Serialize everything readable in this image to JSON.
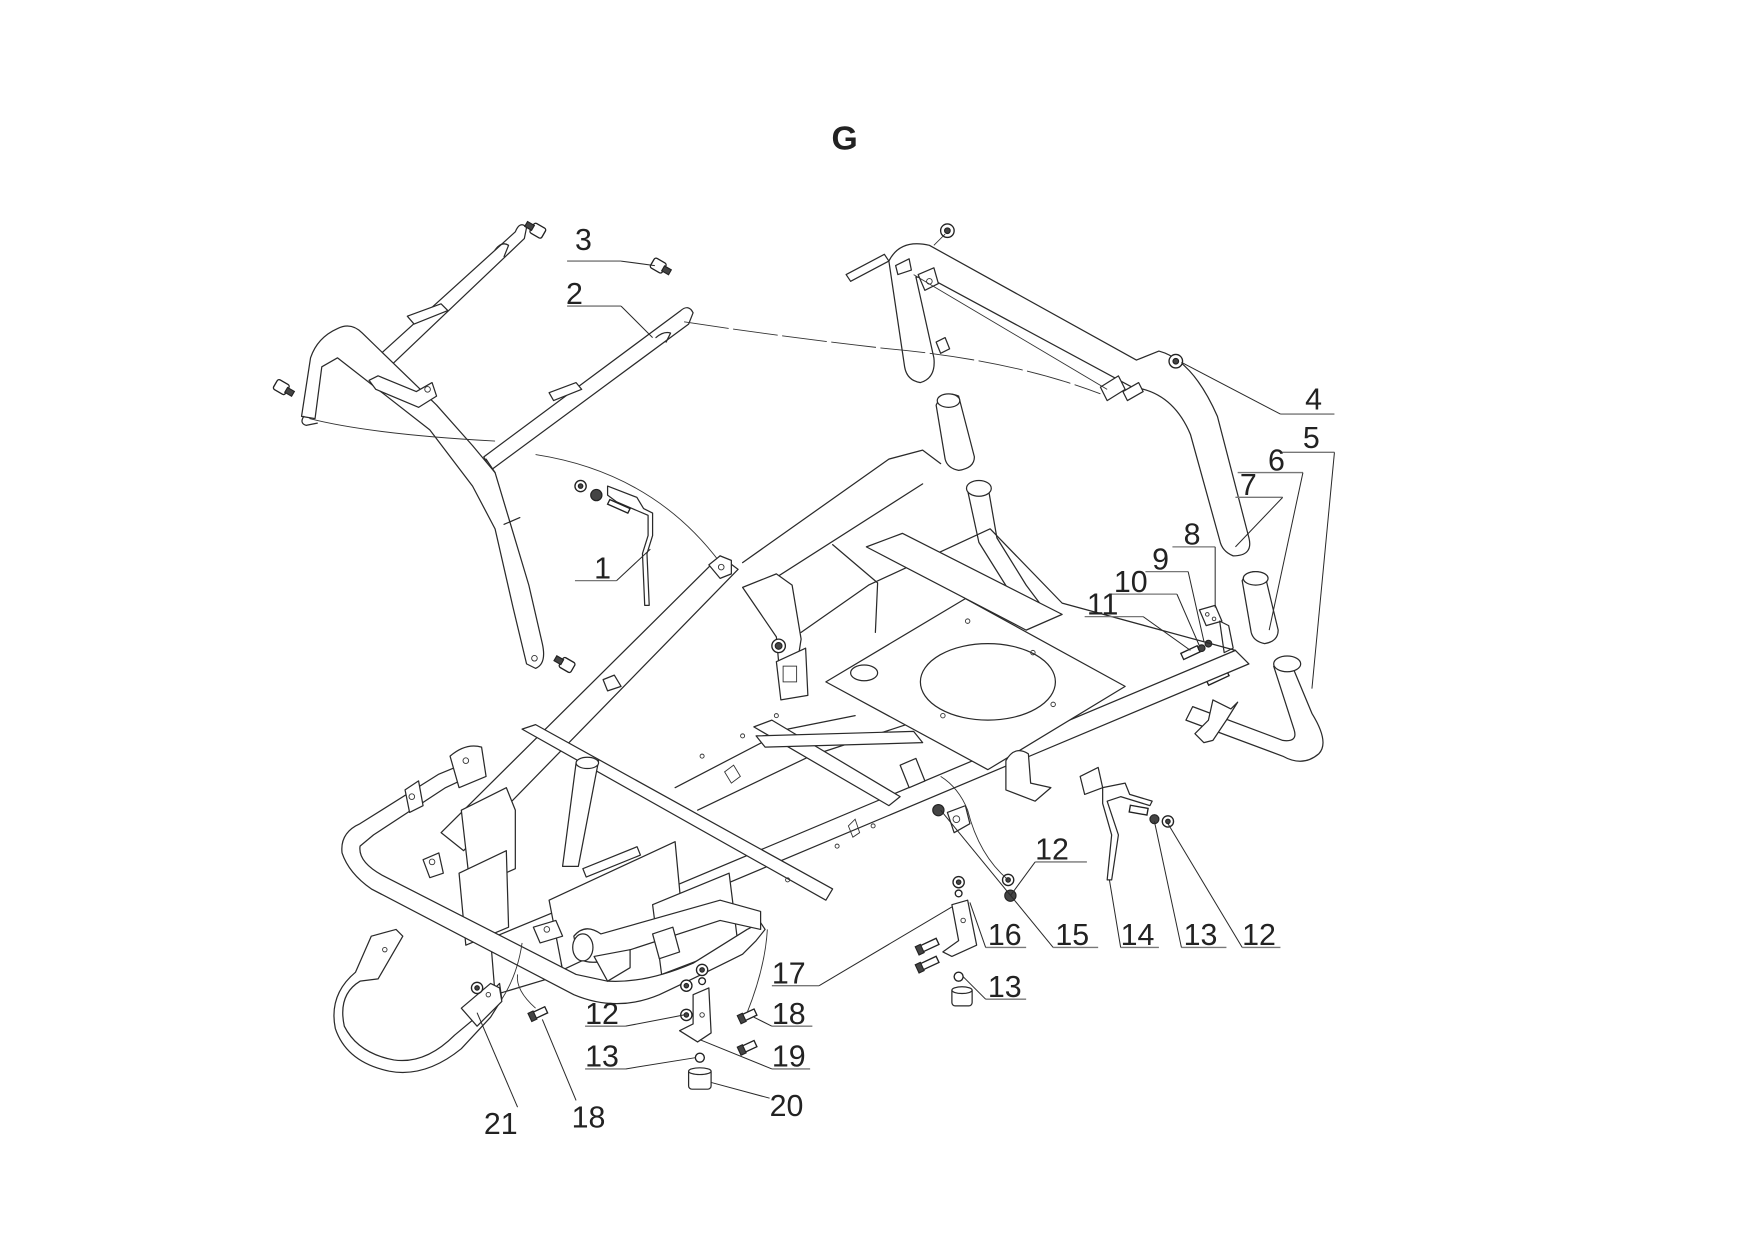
{
  "figure": {
    "section_letter": "G",
    "description": "Exploded parts view of chassis frame with roll-over protection bars, bumpers and mounting hardware"
  },
  "callouts": [
    {
      "id": "c1",
      "number": "1",
      "part": "rod"
    },
    {
      "id": "c2",
      "number": "2",
      "part": "rear-roll-bar"
    },
    {
      "id": "c3",
      "number": "3",
      "part": "bolt"
    },
    {
      "id": "c4",
      "number": "4",
      "part": "nut"
    },
    {
      "id": "c5",
      "number": "5",
      "part": "lower-roll-bar-tube"
    },
    {
      "id": "c6",
      "number": "6",
      "part": "sleeve"
    },
    {
      "id": "c7",
      "number": "7",
      "part": "upper-roll-bar-tube"
    },
    {
      "id": "c8",
      "number": "8",
      "part": "bracket"
    },
    {
      "id": "c9",
      "number": "9",
      "part": "washer"
    },
    {
      "id": "c10",
      "number": "10",
      "part": "spring"
    },
    {
      "id": "c11",
      "number": "11",
      "part": "bolt"
    },
    {
      "id": "c12a",
      "number": "12",
      "part": "nut"
    },
    {
      "id": "c15",
      "number": "15",
      "part": "frame"
    },
    {
      "id": "c16",
      "number": "16",
      "part": "bracket"
    },
    {
      "id": "c14",
      "number": "14",
      "part": "rod"
    },
    {
      "id": "c13a",
      "number": "13",
      "part": "washer"
    },
    {
      "id": "c12b",
      "number": "12",
      "part": "nut"
    },
    {
      "id": "c13b",
      "number": "13",
      "part": "washer"
    },
    {
      "id": "c17",
      "number": "17",
      "part": "front-bumper"
    },
    {
      "id": "c12c",
      "number": "12",
      "part": "nut"
    },
    {
      "id": "c18a",
      "number": "18",
      "part": "bolt"
    },
    {
      "id": "c13c",
      "number": "13",
      "part": "washer"
    },
    {
      "id": "c19",
      "number": "19",
      "part": "bracket"
    },
    {
      "id": "c20",
      "number": "20",
      "part": "rubber-foot"
    },
    {
      "id": "c21",
      "number": "21",
      "part": "rear-bumper"
    },
    {
      "id": "c18b",
      "number": "18",
      "part": "bolt"
    }
  ]
}
